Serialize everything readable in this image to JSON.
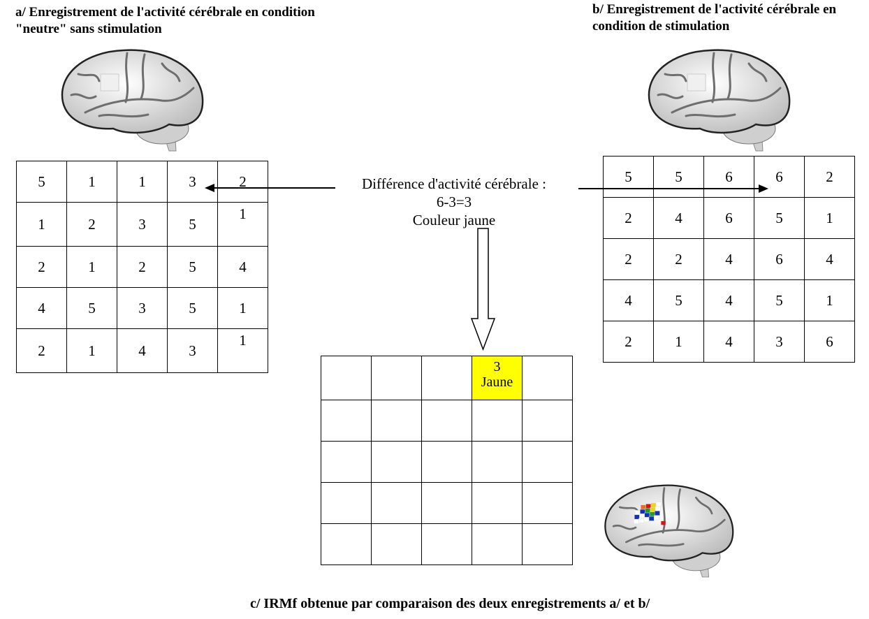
{
  "panel_a": {
    "title": "a/ Enregistrement de l'activité cérébrale en condition \"neutre\" sans stimulation",
    "grid": [
      [
        "5",
        "1",
        "1",
        "3",
        "2"
      ],
      [
        "1",
        "2",
        "3",
        "5",
        "1"
      ],
      [
        "2",
        "1",
        "2",
        "5",
        "4"
      ],
      [
        "4",
        "5",
        "3",
        "5",
        "1"
      ],
      [
        "2",
        "1",
        "4",
        "3",
        "1"
      ]
    ]
  },
  "panel_b": {
    "title": "b/ Enregistrement de l'activité cérébrale en condition de stimulation",
    "grid": [
      [
        "5",
        "5",
        "6",
        "6",
        "2"
      ],
      [
        "2",
        "4",
        "6",
        "5",
        "1"
      ],
      [
        "2",
        "2",
        "4",
        "6",
        "4"
      ],
      [
        "4",
        "5",
        "4",
        "5",
        "1"
      ],
      [
        "2",
        "1",
        "4",
        "3",
        "6"
      ]
    ]
  },
  "difference": {
    "line1": "Différence d'activité cérébrale :",
    "line2": "6-3=3",
    "line3": "Couleur jaune"
  },
  "panel_c": {
    "title": "c/ IRMf obtenue par comparaison des deux enregistrements  a/ et b/",
    "highlight": {
      "row": 0,
      "col": 3,
      "value": "3",
      "label": "Jaune",
      "color": "#ffff00"
    }
  },
  "colors": {
    "yellow": "#ffff00",
    "brain_fill": "#d9d9d9",
    "brain_sulci": "#6e6e6e"
  },
  "fmri_spot_colors": [
    "#e8701a",
    "#d41414",
    "#f0d020",
    "#1030c0",
    "#20a020",
    "#ffffff"
  ]
}
